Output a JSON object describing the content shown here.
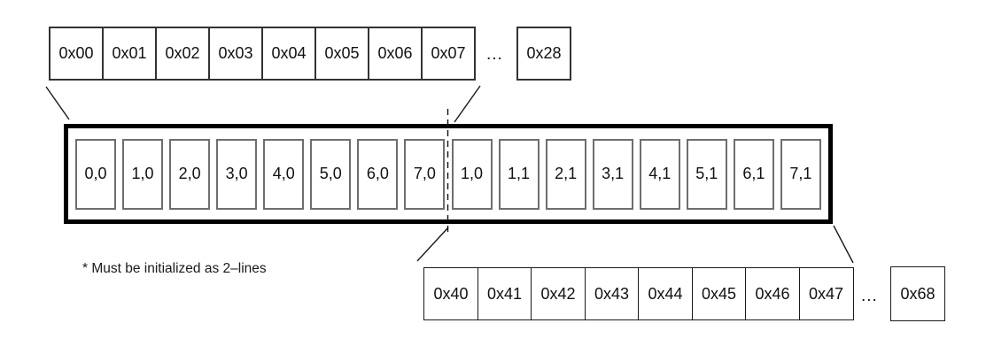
{
  "diagram": {
    "top_row": {
      "cells": [
        "0x00",
        "0x01",
        "0x02",
        "0x03",
        "0x04",
        "0x05",
        "0x06",
        "0x07"
      ],
      "ellipsis": "...",
      "tail_cell": "0x28"
    },
    "cache_line": {
      "cells": [
        "0,0",
        "1,0",
        "2,0",
        "3,0",
        "4,0",
        "5,0",
        "6,0",
        "7,0",
        "1,0",
        "1,1",
        "2,1",
        "3,1",
        "4,1",
        "5,1",
        "6,1",
        "7,1"
      ]
    },
    "bottom_row": {
      "cells": [
        "0x40",
        "0x41",
        "0x42",
        "0x43",
        "0x44",
        "0x45",
        "0x46",
        "0x47"
      ],
      "ellipsis": "...",
      "tail_cell": "0x68"
    },
    "note": "* Must be initialized as 2–lines",
    "colors": {
      "cache_box_border": "#000000",
      "cache_cell_border": "#6e6e6e",
      "address_cell_border": "#333333",
      "text": "#111111"
    }
  }
}
